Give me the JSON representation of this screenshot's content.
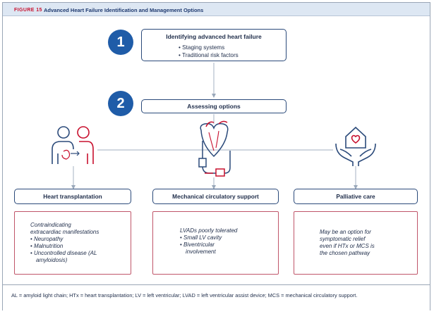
{
  "header": {
    "label": "FIGURE 15",
    "title": "Advanced Heart Failure Identification and Management Options"
  },
  "steps": [
    {
      "number": "1",
      "title": "Identifying advanced heart failure",
      "items": [
        "Staging systems",
        "Traditional risk factors"
      ]
    },
    {
      "number": "2",
      "title": "Assessing options"
    }
  ],
  "options": [
    {
      "title": "Heart transplantation",
      "icon": "people-heart-icon",
      "details": [
        {
          "text": "Contraindicating",
          "bullet": false,
          "indent": false
        },
        {
          "text": "extracardiac manifestations",
          "bullet": false,
          "indent": false
        },
        {
          "text": "Neuropathy",
          "bullet": true,
          "indent": false
        },
        {
          "text": "Malnutrition",
          "bullet": true,
          "indent": false
        },
        {
          "text": "Uncontrolled disease (AL",
          "bullet": true,
          "indent": false
        },
        {
          "text": "amyloidosis)",
          "bullet": false,
          "indent": true
        }
      ]
    },
    {
      "title": "Mechanical circulatory support",
      "icon": "heart-lvad-icon",
      "details": [
        {
          "text": "LVADs poorly tolerated",
          "bullet": false,
          "indent": false
        },
        {
          "text": "Small LV cavity",
          "bullet": true,
          "indent": false
        },
        {
          "text": "Biventricular",
          "bullet": true,
          "indent": false
        },
        {
          "text": "involvement",
          "bullet": false,
          "indent": true
        }
      ]
    },
    {
      "title": "Palliative care",
      "icon": "hands-house-heart-icon",
      "details": [
        {
          "text": "May be an option for",
          "bullet": false,
          "indent": false
        },
        {
          "text": "symptomatic relief",
          "bullet": false,
          "indent": false
        },
        {
          "text": "even if HTx or MCS is",
          "bullet": false,
          "indent": false
        },
        {
          "text": "the chosen pathway",
          "bullet": false,
          "indent": false
        }
      ]
    }
  ],
  "footer": {
    "abbreviations": "AL = amyloid light chain; HTx = heart transplantation; LV = left ventricular; LVAD = left ventricular assist device; MCS = mechanical circulatory support."
  },
  "colors": {
    "accent_blue": "#1f5ca8",
    "navy": "#2b4a7a",
    "red": "#c8102e",
    "detail_border": "#c0566a",
    "header_bg": "#dde7f3"
  }
}
